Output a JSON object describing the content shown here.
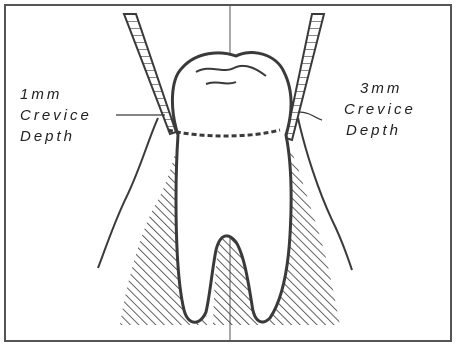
{
  "labels": {
    "left": [
      "1mm",
      "Crevice",
      "Depth"
    ],
    "right": [
      "3mm",
      "Crevice",
      "Depth"
    ]
  },
  "colors": {
    "ink": "#3a3a3a",
    "frame": "#555555",
    "paper": "#ffffff"
  }
}
